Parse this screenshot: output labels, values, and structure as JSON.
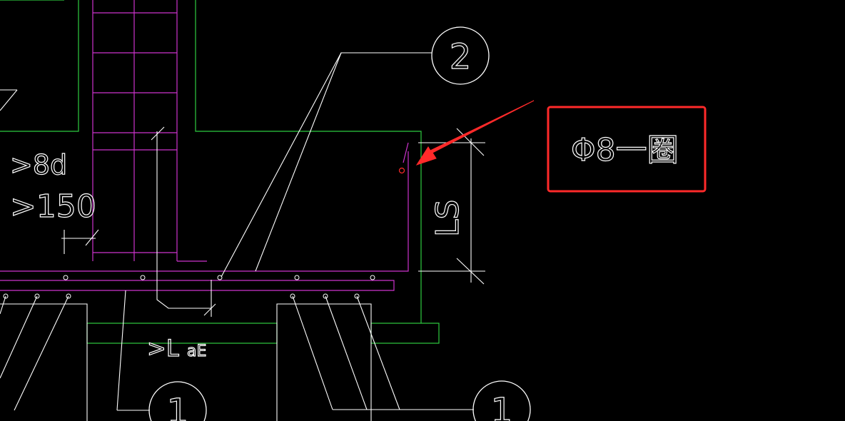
{
  "drawing": {
    "background": "#000000",
    "colors": {
      "outline": "#2ecc40",
      "rebar": "#cc33cc",
      "annotation": "#ffffff",
      "highlight": "#ff2a2a",
      "marker": "#ff2a2a"
    },
    "labels": {
      "anchor_8d": ">8d",
      "anchor_150": ">150",
      "lae": ">L",
      "lae_sub": "aE",
      "ls": "LS"
    },
    "callouts": {
      "top": "2",
      "bottom_left": "1",
      "bottom_right": "1"
    },
    "note_box": {
      "text": "Φ8一圈"
    }
  }
}
